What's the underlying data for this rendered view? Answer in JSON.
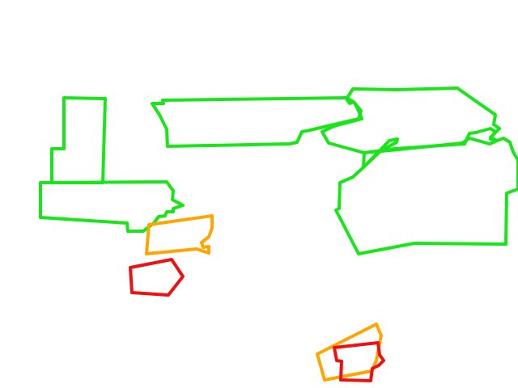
{
  "scene": {
    "background": "#ffffff",
    "legend_colors": {
      "green": "#19e619",
      "orange": "#ffa500",
      "red": "#ee1111"
    }
  },
  "shapes": [
    {
      "name": "green-outline-tall-rect",
      "color": "#19e619"
    },
    {
      "name": "green-outline-lower-left-block",
      "color": "#19e619"
    },
    {
      "name": "green-outline-wide-strip",
      "color": "#19e619"
    },
    {
      "name": "green-outline-upper-right-block",
      "color": "#19e619"
    },
    {
      "name": "green-outline-right-large-block",
      "color": "#19e619"
    },
    {
      "name": "orange-outline-left",
      "color": "#ffa500"
    },
    {
      "name": "red-outline-left",
      "color": "#ee1111"
    },
    {
      "name": "orange-outline-bottom",
      "color": "#ffa500"
    },
    {
      "name": "red-outline-bottom",
      "color": "#ee1111"
    }
  ]
}
